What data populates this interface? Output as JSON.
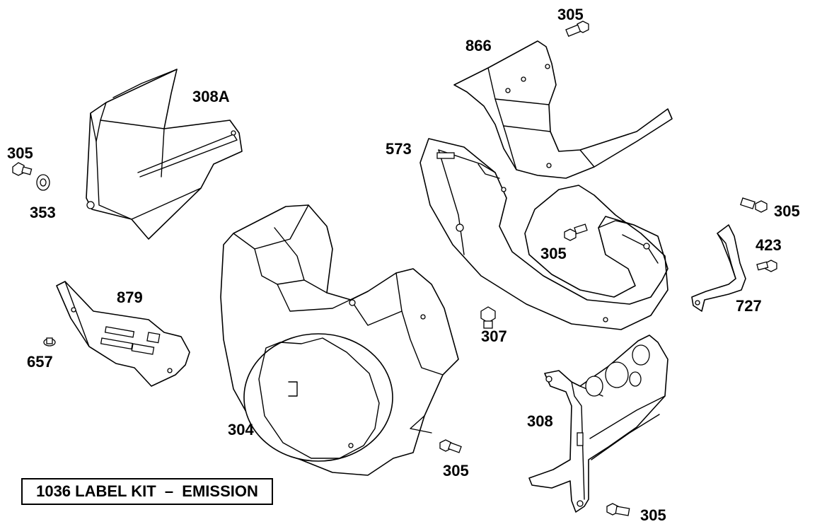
{
  "labels": {
    "305_top": "305",
    "866": "866",
    "308A": "308A",
    "573": "573",
    "305_left": "305",
    "353": "353",
    "305_right": "305",
    "423": "423",
    "305_mid": "305",
    "727": "727",
    "879": "879",
    "307": "307",
    "657": "657",
    "308": "308",
    "304": "304",
    "305_bottom_center": "305",
    "305_bottom_right": "305"
  },
  "legend": {
    "text": "1036 LABEL KIT  –  EMISSION"
  },
  "parts": [
    {
      "number": "304",
      "name": "blower-housing-icon"
    },
    {
      "number": "305",
      "name": "screw-icon"
    },
    {
      "number": "307",
      "name": "screw-icon"
    },
    {
      "number": "308",
      "name": "cylinder-shield-icon"
    },
    {
      "number": "308A",
      "name": "cylinder-shield-icon"
    },
    {
      "number": "353",
      "name": "lock-washer-icon"
    },
    {
      "number": "423",
      "name": "screw-icon"
    },
    {
      "number": "573",
      "name": "air-guide-icon"
    },
    {
      "number": "657",
      "name": "screw-icon"
    },
    {
      "number": "727",
      "name": "bracket-icon"
    },
    {
      "number": "866",
      "name": "air-guide-icon"
    },
    {
      "number": "879",
      "name": "heat-shield-icon"
    }
  ]
}
